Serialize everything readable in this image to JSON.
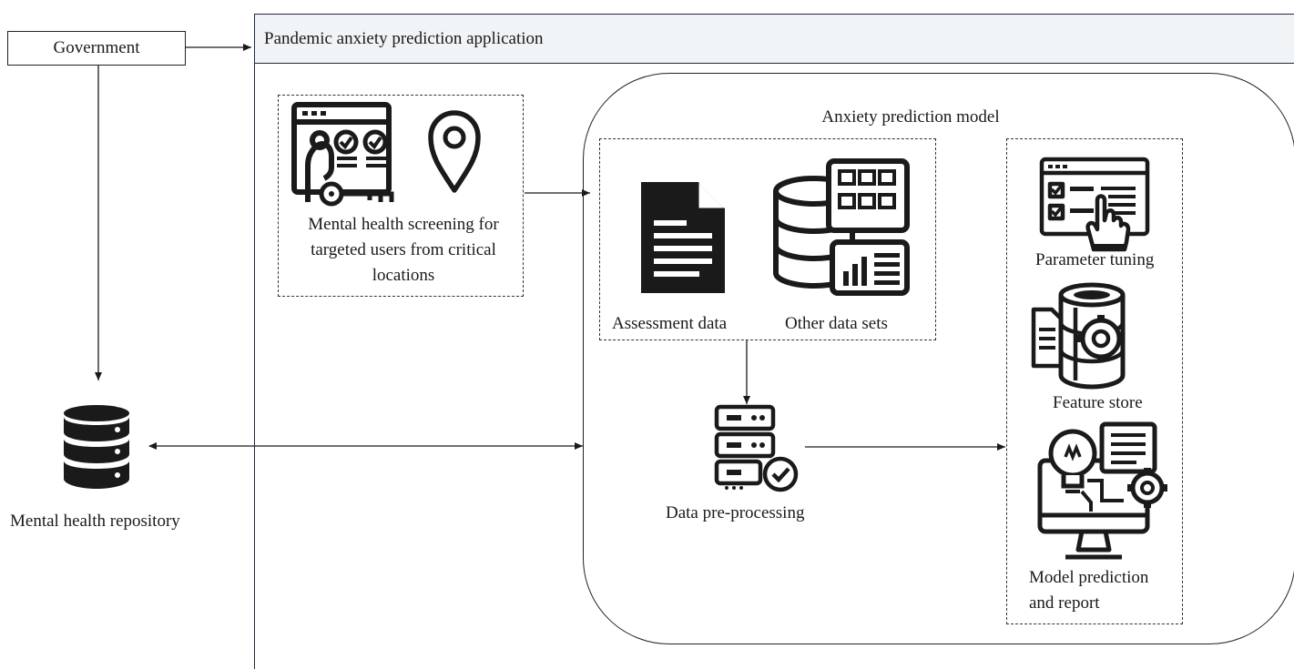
{
  "government": {
    "label": "Government"
  },
  "app": {
    "title": "Pandemic anxiety prediction application"
  },
  "screening": {
    "line1": "Mental health screening for",
    "line2": "targeted users from critical",
    "line3": "locations"
  },
  "model": {
    "title": "Anxiety prediction model"
  },
  "data_sources": {
    "assessment": "Assessment data",
    "other": "Other data sets"
  },
  "preprocessing": {
    "label": "Data pre-processing"
  },
  "components": {
    "parameter_tuning": "Parameter tuning",
    "feature_store": "Feature store",
    "model_prediction_line1": "Model prediction",
    "model_prediction_line2": "and report"
  },
  "repository": {
    "label": "Mental health repository"
  },
  "colors": {
    "line": "#1a1a1a",
    "header_bg": "#f1f4f7",
    "frame": "#1f2a3a"
  }
}
